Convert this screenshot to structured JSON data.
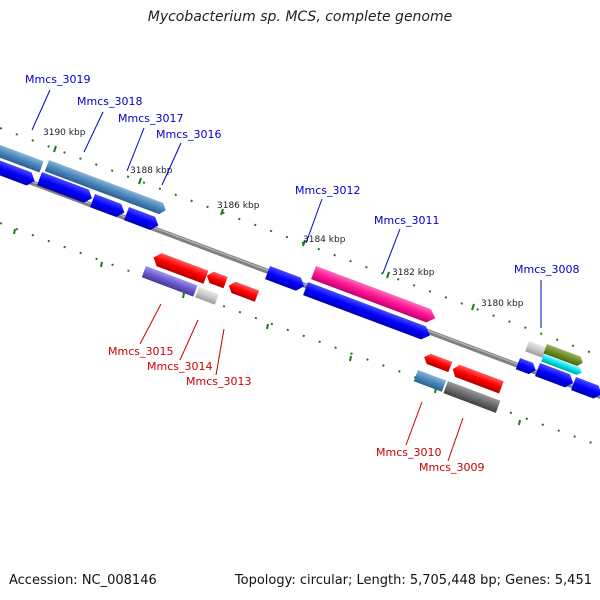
{
  "title": "Mycobacterium sp. MCS, complete genome",
  "footer": {
    "accession": "Accession: NC_008146",
    "summary": "Topology: circular; Length: 5,705,448 bp; Genes: 5,451"
  },
  "colors": {
    "forward_label": "#0000cc",
    "reverse_label": "#cc0000",
    "backbone": "#808080",
    "tick": "#1a7a1a"
  },
  "ticks": [
    {
      "label": "3190 kbp"
    },
    {
      "label": "3188 kbp"
    },
    {
      "label": "3186 kbp"
    },
    {
      "label": "3184 kbp"
    },
    {
      "label": "3182 kbp"
    },
    {
      "label": "3180 kbp"
    }
  ],
  "genes": [
    {
      "label": "Mmcs_3019",
      "strand": "forward"
    },
    {
      "label": "Mmcs_3018",
      "strand": "forward"
    },
    {
      "label": "Mmcs_3017",
      "strand": "forward"
    },
    {
      "label": "Mmcs_3016",
      "strand": "forward"
    },
    {
      "label": "Mmcs_3012",
      "strand": "forward"
    },
    {
      "label": "Mmcs_3011",
      "strand": "forward"
    },
    {
      "label": "Mmcs_3008",
      "strand": "forward"
    },
    {
      "label": "Mmcs_3015",
      "strand": "reverse"
    },
    {
      "label": "Mmcs_3014",
      "strand": "reverse"
    },
    {
      "label": "Mmcs_3013",
      "strand": "reverse"
    },
    {
      "label": "Mmcs_3010",
      "strand": "reverse"
    },
    {
      "label": "Mmcs_3009",
      "strand": "reverse"
    }
  ]
}
